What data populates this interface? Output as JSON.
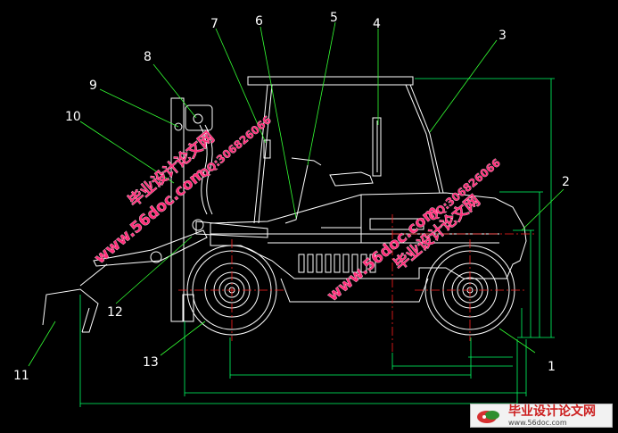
{
  "callouts": [
    "1",
    "2",
    "3",
    "4",
    "5",
    "6",
    "7",
    "8",
    "9",
    "10",
    "11",
    "12",
    "13"
  ],
  "dimensions": {
    "overall": "",
    "wheelbase": "",
    "body": "",
    "track": "",
    "height1": "",
    "height2": "",
    "height3": ""
  },
  "watermarks": {
    "site_text": "毕业设计论文网",
    "url": "www.56doc.com",
    "qq": "QQ:306826066"
  },
  "logo": {
    "title": "毕业设计论文网",
    "url": "www.56doc.com"
  },
  "colors": {
    "background": "#000000",
    "drawing": "#ffffff",
    "dimension": "#00ff66",
    "leader": "#33ff33",
    "centerline": "#ff2020",
    "watermark": "#ff2e7a"
  }
}
